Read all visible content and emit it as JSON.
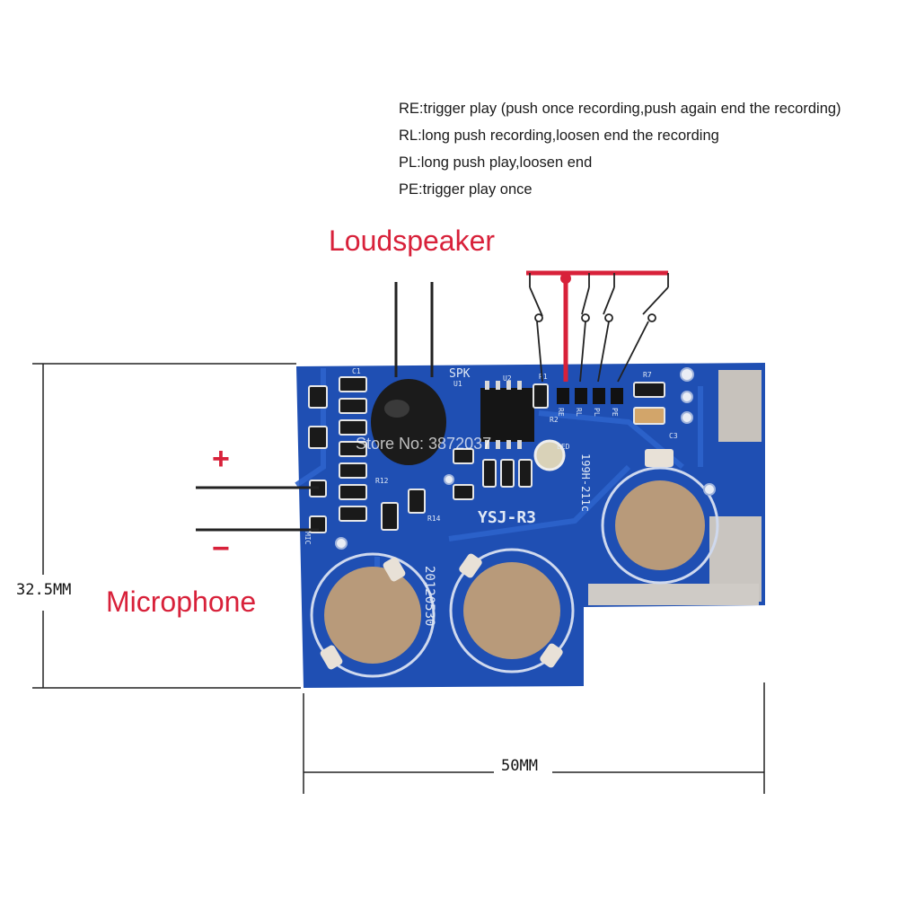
{
  "legend": [
    "RE:trigger play (push once recording,push again end the recording)",
    "RL:long push recording,loosen end the recording",
    "PL:long push play,loosen end",
    "PE:trigger play once"
  ],
  "labels": {
    "loudspeaker": "Loudspeaker",
    "microphone": "Microphone",
    "plus": "+",
    "minus": "−"
  },
  "dimensions": {
    "height": "32.5MM",
    "width": "50MM"
  },
  "board": {
    "model": "YSJ-R3",
    "date": "20120530",
    "part": "199H-211c",
    "spk": "SPK",
    "pin_labels": [
      "RE",
      "RL",
      "PL",
      "PE"
    ],
    "components": [
      "R1",
      "R2",
      "R7",
      "C1",
      "C3",
      "U1",
      "U2",
      "R12",
      "R14",
      "LED",
      "MIC"
    ]
  },
  "watermark": "Store No: 3872037",
  "colors": {
    "pcb": "#1f4fb3",
    "pcb_dark": "#163d8f",
    "accent_red": "#d8213a",
    "copper": "#b89a7a"
  }
}
